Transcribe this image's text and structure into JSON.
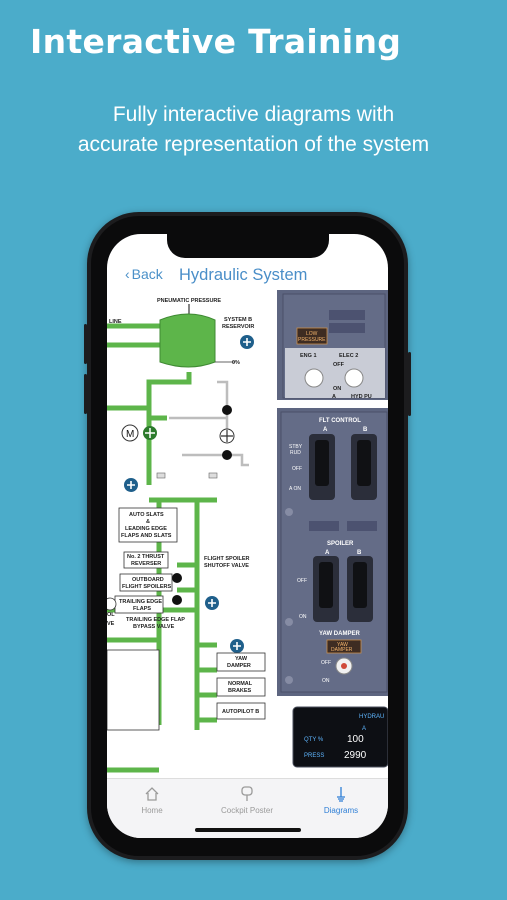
{
  "promo": {
    "title": "Interactive Training",
    "subtitle_line1": "Fully interactive diagrams with",
    "subtitle_line2": "accurate representation of the system"
  },
  "nav": {
    "back_label": "Back",
    "title": "Hydraulic System"
  },
  "diagram": {
    "labels": {
      "pneumatic": "PNEUMATIC PRESSURE",
      "reservoir_1": "SYSTEM B",
      "reservoir_2": "RESERVOIR",
      "line": "LINE",
      "percent": "0%",
      "motor": "M",
      "auto_slats_1": "AUTO SLATS",
      "auto_slats_2": "&",
      "auto_slats_3": "LEADING EDGE",
      "auto_slats_4": "FLAPS AND SLATS",
      "thrust_1": "No. 2 THRUST",
      "thrust_2": "REVERSER",
      "outboard_1": "OUTBOARD",
      "outboard_2": "FLIGHT SPOILERS",
      "te_flaps_1": "TRAILING EDGE",
      "te_flaps_2": "FLAPS",
      "bypass_1": "TRAILING EDGE FLAP",
      "bypass_2": "BYPASS VALVE",
      "spoiler_valve_1": "FLIGHT SPOILER",
      "spoiler_valve_2": "SHUTOFF VALVE",
      "yaw_1": "YAW",
      "yaw_2": "DAMPER",
      "brakes_1": "NORMAL",
      "brakes_2": "BRAKES",
      "autopilot": "AUTOPILOT B",
      "left_ol": "OL",
      "left_ve": "VE"
    },
    "panel": {
      "low_pressure_1": "LOW",
      "low_pressure_2": "PRESSURE",
      "eng1": "ENG 1",
      "elec2": "ELEC 2",
      "off": "OFF",
      "on": "ON",
      "a": "A",
      "hyd_pu": "HYD PU",
      "flt_control": "FLT CONTROL",
      "ab_a": "A",
      "ab_b": "B",
      "stby_1": "STBY",
      "stby_2": "RUD",
      "off2": "OFF",
      "a_on": "A ON",
      "spoiler": "SPOILER",
      "sp_a": "A",
      "sp_b": "B",
      "off3": "OFF",
      "on3": "ON",
      "yaw_damper": "YAW DAMPER",
      "yaw_btn_1": "YAW",
      "yaw_btn_2": "DAMPER",
      "off4": "OFF",
      "on4": "ON"
    },
    "hydraulic_display": {
      "title": "HYDRAU",
      "col": "A",
      "qty_label": "QTY %",
      "qty_value": "100",
      "press_label": "PRESS",
      "press_value": "2990"
    }
  },
  "tabs": [
    {
      "label": "Home",
      "icon": "home-icon",
      "active": false
    },
    {
      "label": "Cockpit Poster",
      "icon": "poster-icon",
      "active": false
    },
    {
      "label": "Diagrams",
      "icon": "diagrams-icon",
      "active": true
    }
  ],
  "colors": {
    "background": "#4bacca",
    "hydraulic_green": "#5db54a",
    "accent_blue": "#2d7ed6",
    "panel_gray": "#5d6580"
  }
}
